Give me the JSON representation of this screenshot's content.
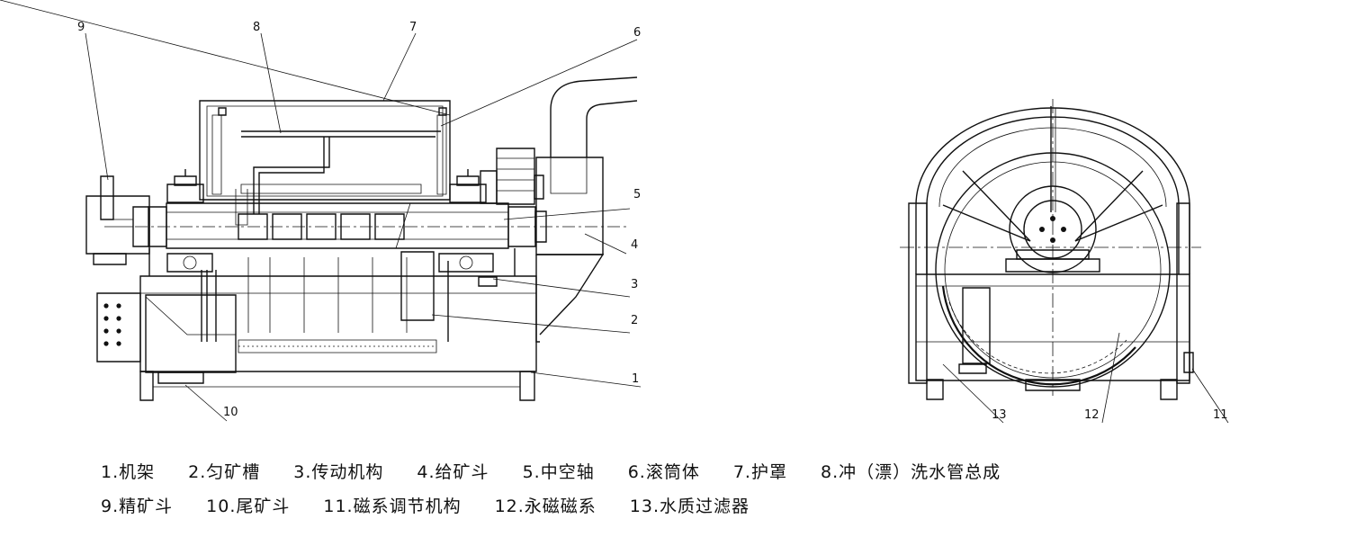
{
  "callouts": [
    "1",
    "2",
    "3",
    "4",
    "5",
    "6",
    "7",
    "8",
    "9",
    "10",
    "11",
    "12",
    "13"
  ],
  "legend": {
    "row1": [
      "1.机架",
      "2.匀矿槽",
      "3.传动机构",
      "4.给矿斗",
      "5.中空轴",
      "6.滚筒体",
      "7.护罩",
      "8.冲（漂）洗水管总成"
    ],
    "row2": [
      "9.精矿斗",
      "10.尾矿斗",
      "11.磁系调节机构",
      "12.永磁磁系",
      "13.水质过滤器"
    ]
  }
}
